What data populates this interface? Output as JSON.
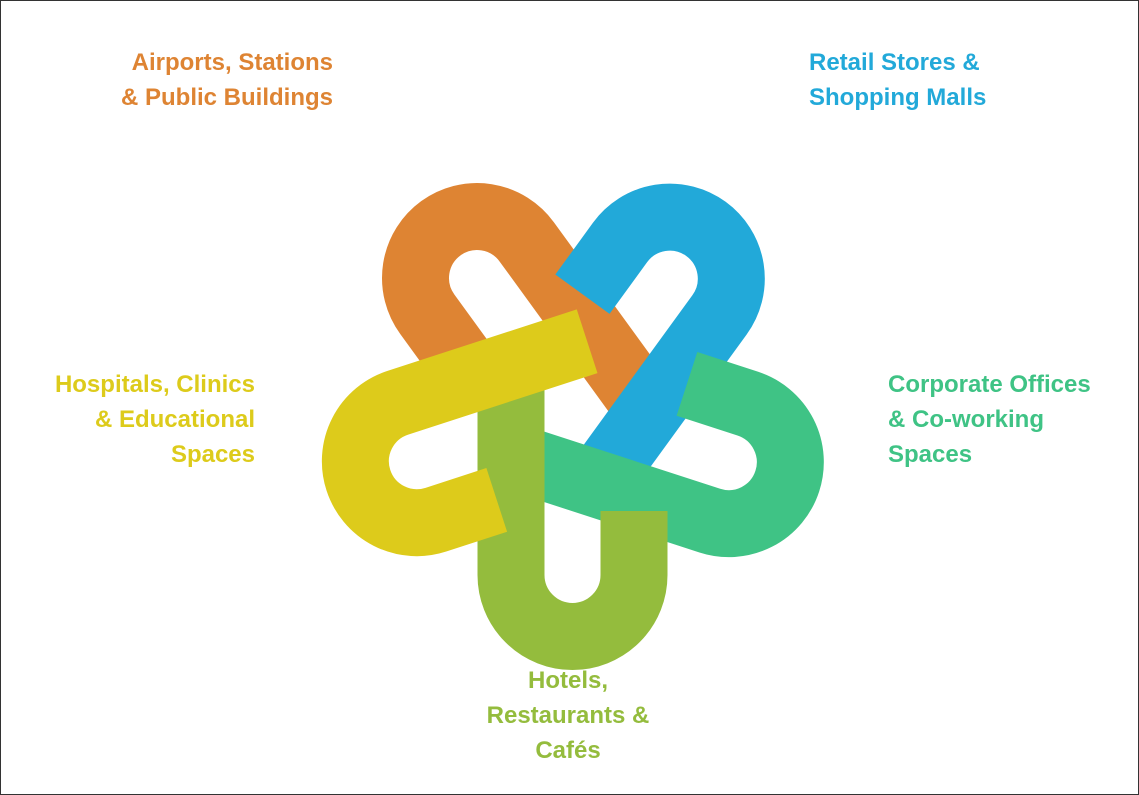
{
  "segments": [
    {
      "key": "airports",
      "lines": [
        "Airports, Stations",
        "& Public Buildings"
      ],
      "color": "#DE8433"
    },
    {
      "key": "retail",
      "lines": [
        "Retail Stores &",
        "Shopping Malls"
      ],
      "color": "#22A9D9"
    },
    {
      "key": "corporate",
      "lines": [
        "Corporate Offices",
        "& Co-working",
        "Spaces"
      ],
      "color": "#3FC385"
    },
    {
      "key": "hotels",
      "lines": [
        "Hotels,",
        "Restaurants &",
        "Cafés"
      ],
      "color": "#94BC3D"
    },
    {
      "key": "hospitals",
      "lines": [
        "Hospitals, Clinics",
        "& Educational",
        "Spaces"
      ],
      "color": "#DDCB1B"
    }
  ]
}
